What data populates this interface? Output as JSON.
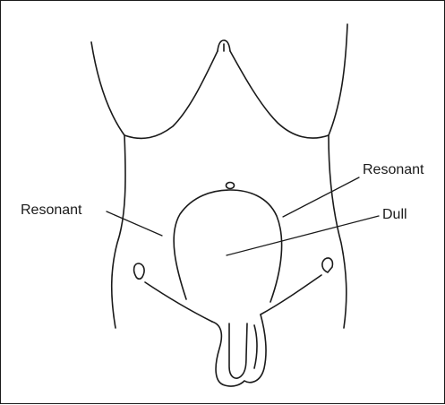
{
  "labels": {
    "resonant_left": "Resonant",
    "resonant_right": "Resonant",
    "dull": "Dull"
  },
  "colors": {
    "line": "#1a1a1a",
    "background": "#ffffff"
  }
}
